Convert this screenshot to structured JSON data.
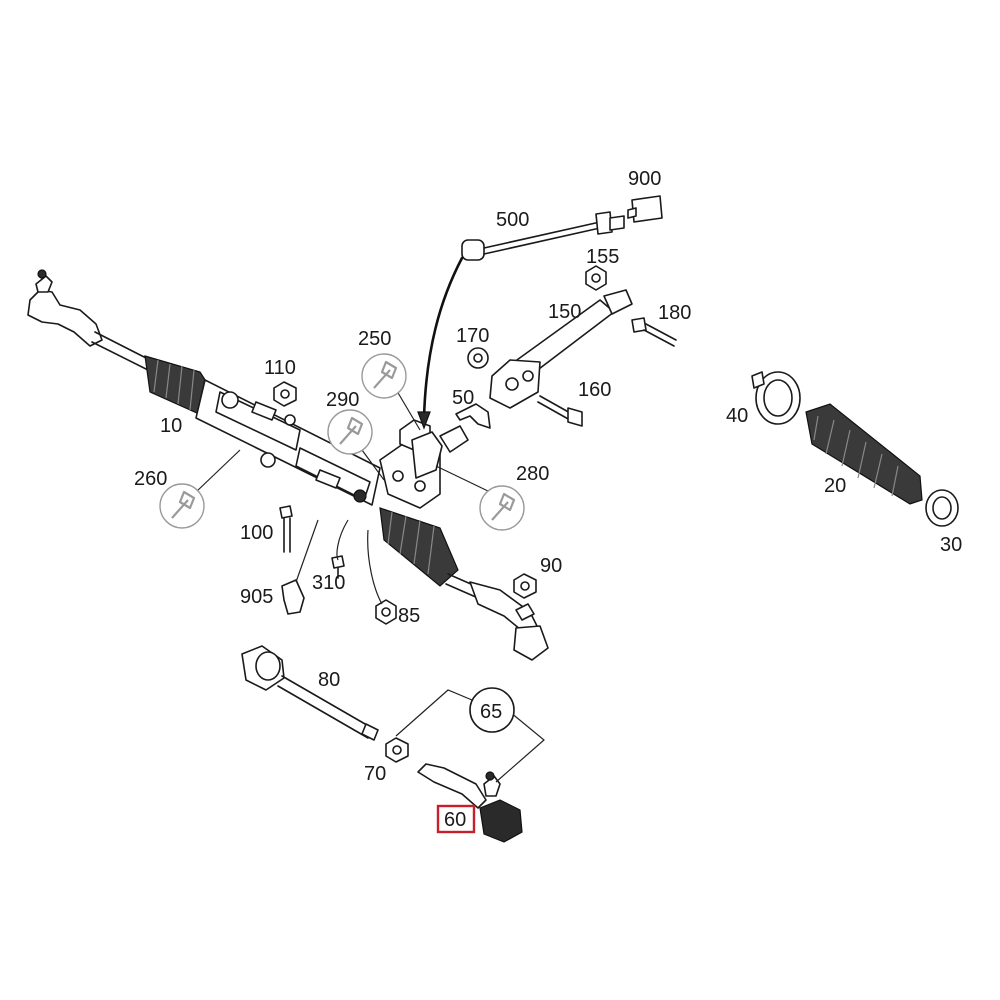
{
  "diagram": {
    "highlight_color": "#c8202a",
    "callouts": [
      {
        "id": "c900",
        "text": "900"
      },
      {
        "id": "c500",
        "text": "500"
      },
      {
        "id": "c155",
        "text": "155"
      },
      {
        "id": "c150",
        "text": "150"
      },
      {
        "id": "c180",
        "text": "180"
      },
      {
        "id": "c250",
        "text": "250"
      },
      {
        "id": "c170",
        "text": "170"
      },
      {
        "id": "c110",
        "text": "110"
      },
      {
        "id": "c290",
        "text": "290"
      },
      {
        "id": "c50",
        "text": "50"
      },
      {
        "id": "c160",
        "text": "160"
      },
      {
        "id": "c10",
        "text": "10"
      },
      {
        "id": "c40",
        "text": "40"
      },
      {
        "id": "c260",
        "text": "260"
      },
      {
        "id": "c280",
        "text": "280"
      },
      {
        "id": "c20",
        "text": "20"
      },
      {
        "id": "c100",
        "text": "100"
      },
      {
        "id": "c30",
        "text": "30"
      },
      {
        "id": "c90",
        "text": "90"
      },
      {
        "id": "c310",
        "text": "310"
      },
      {
        "id": "c905",
        "text": "905"
      },
      {
        "id": "c85",
        "text": "85"
      },
      {
        "id": "c80",
        "text": "80"
      },
      {
        "id": "c65",
        "text": "65"
      },
      {
        "id": "c70",
        "text": "70"
      },
      {
        "id": "c60",
        "text": "60",
        "highlighted": true
      }
    ],
    "tool_icons": [
      "wrench-icon",
      "wrench-icon",
      "wrench-icon",
      "wrench-icon"
    ]
  }
}
